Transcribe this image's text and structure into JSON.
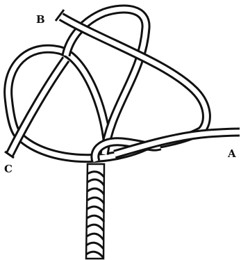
{
  "figure": {
    "labels": {
      "a": "A",
      "b": "B",
      "c": "C"
    },
    "colors": {
      "ink": "#111111",
      "rope_fill": "#ffffff",
      "background": "#ffffff"
    }
  }
}
